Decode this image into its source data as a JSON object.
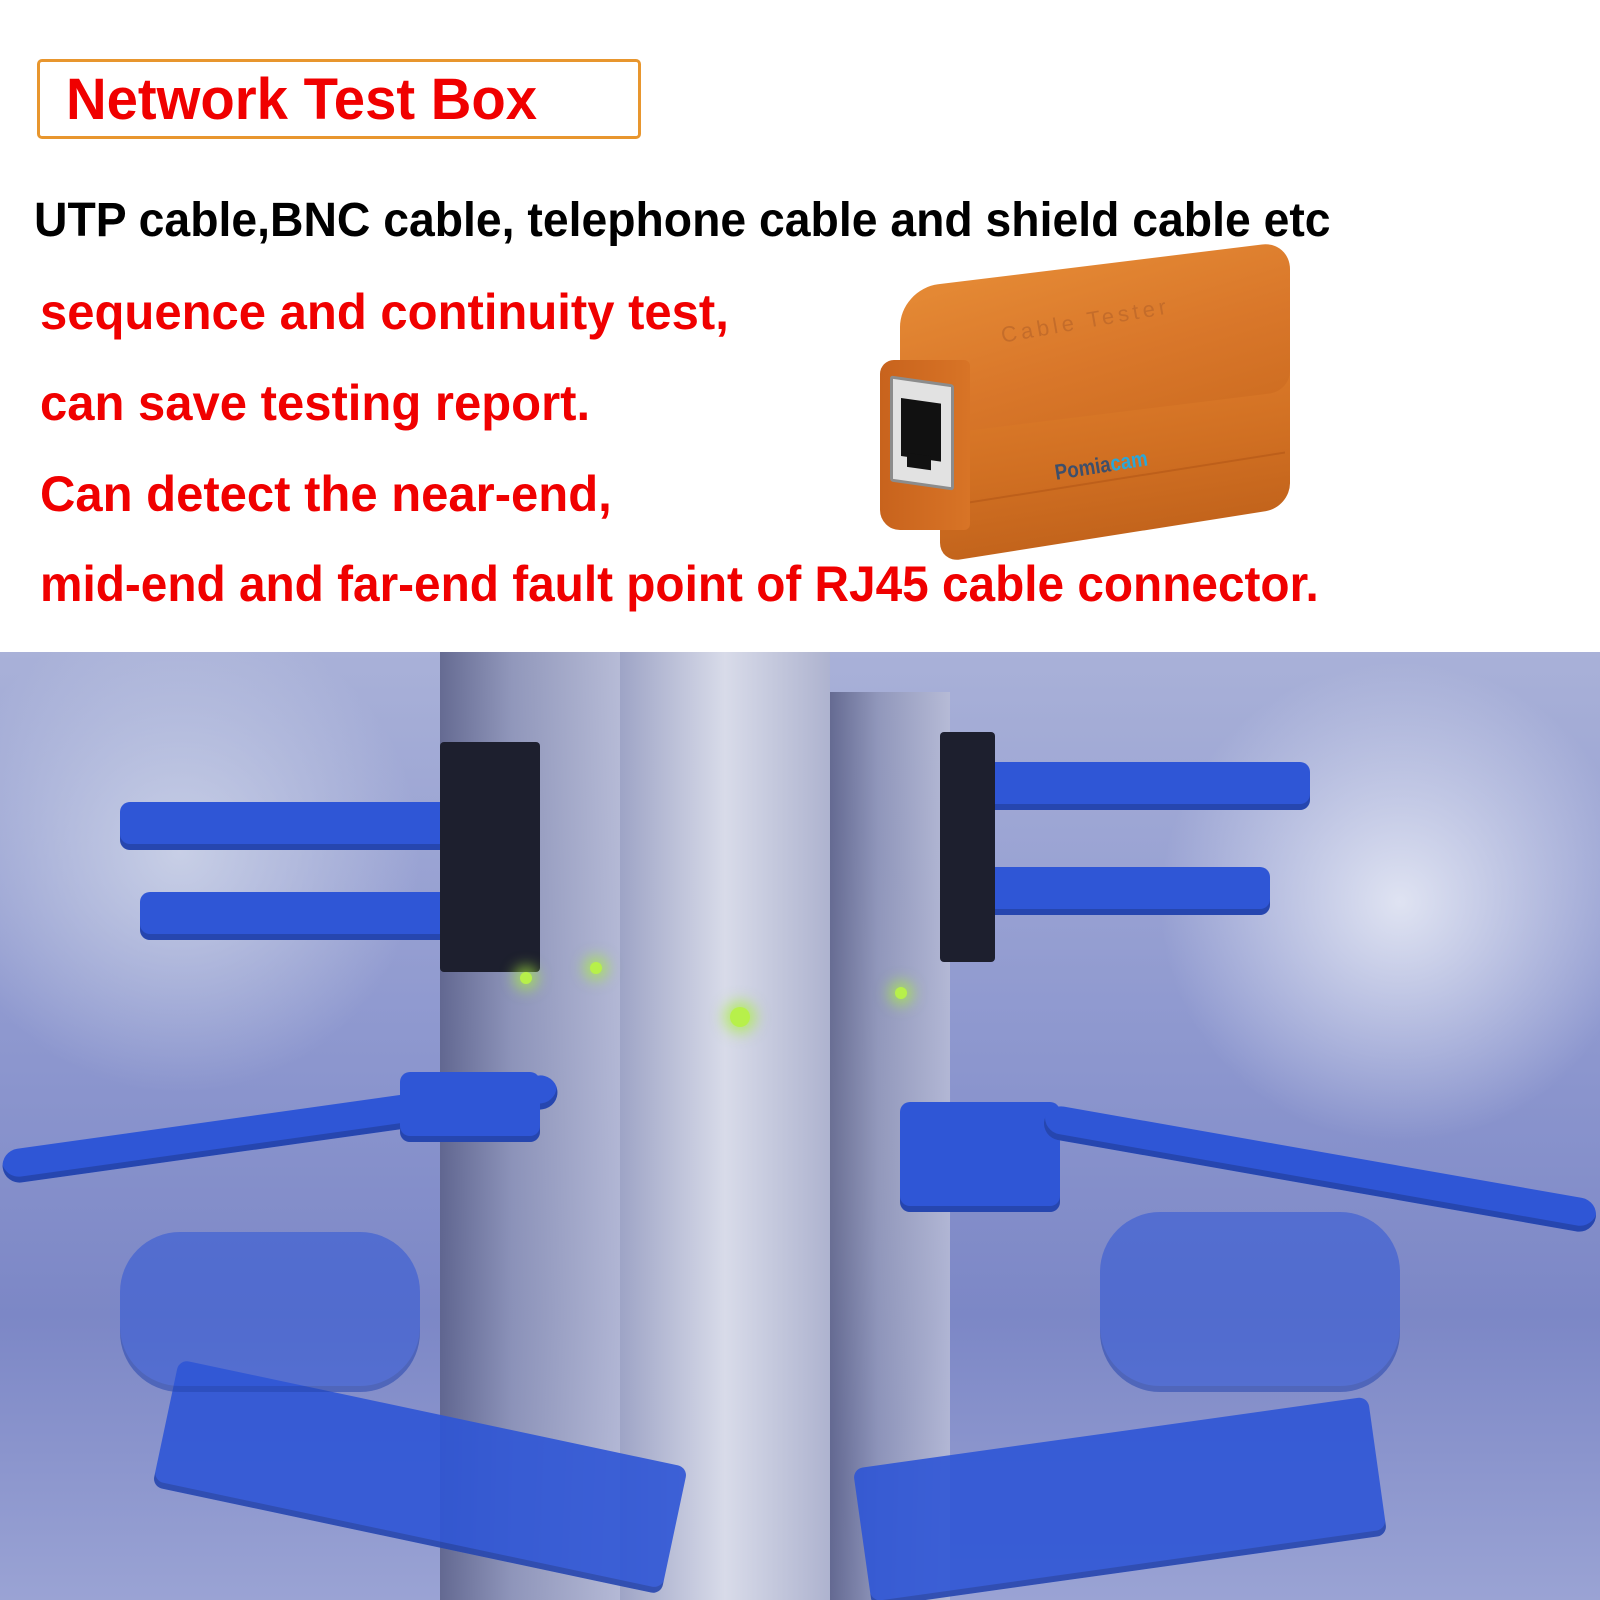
{
  "header": {
    "title": "Network Test Box",
    "title_color": "#f00000",
    "title_border_color": "#e8962e"
  },
  "description": {
    "subtitle": "UTP cable,BNC cable, telephone cable and shield cable etc",
    "features": [
      "sequence and continuity test,",
      "can save testing report.",
      "Can detect the near-end,",
      "mid-end and far-end fault point of RJ45 cable connector."
    ],
    "feature_color": "#f00000"
  },
  "product": {
    "label": "Cable Tester",
    "brand_part1": "Pomia",
    "brand_part2": "cam",
    "body_color": "#d9772a"
  },
  "photo": {
    "subject": "network rack with blue fiber connectors and yellow fiber cables",
    "cable_colors": [
      "#2f56d6",
      "#e8b830"
    ]
  }
}
